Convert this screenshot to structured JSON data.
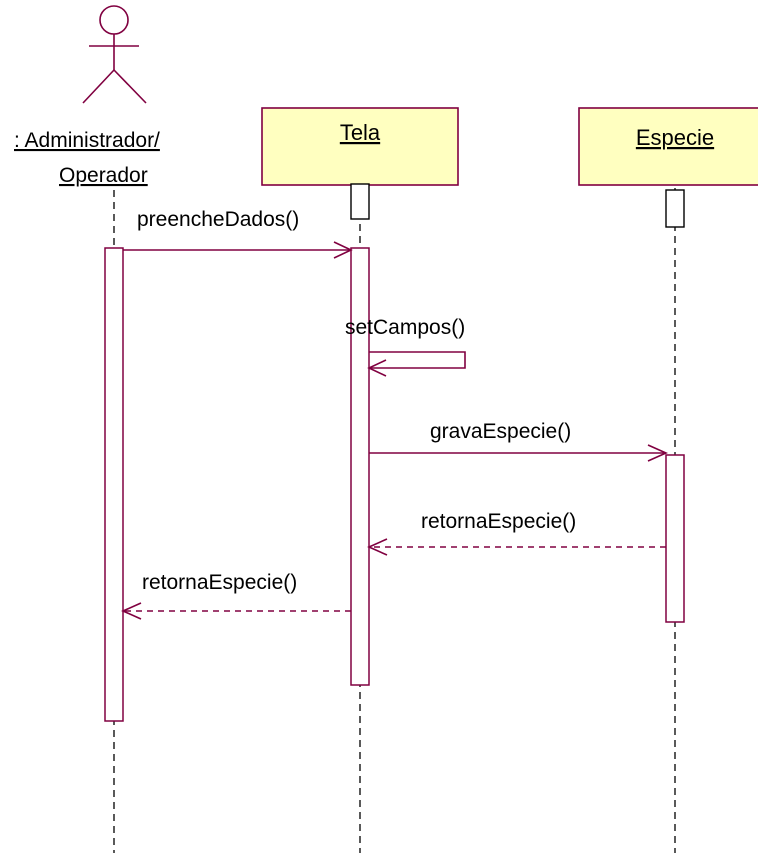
{
  "diagram": {
    "type": "uml-sequence",
    "colors": {
      "line": "#800040",
      "objectFill": "#ffffc0",
      "activationFill": "#ffffff",
      "text": "#000000",
      "lifeline": "#000000"
    },
    "actor": {
      "name_line1": ": Administrador/",
      "name_line2": "Operador",
      "icon": "stick-figure-actor"
    },
    "objects": [
      {
        "id": "tela",
        "name": "Tela"
      },
      {
        "id": "especie",
        "name": "Especie"
      }
    ],
    "messages": [
      {
        "id": "m1",
        "label": "preencheDados()",
        "from": "actor",
        "to": "tela",
        "kind": "sync"
      },
      {
        "id": "m2",
        "label": "setCampos()",
        "from": "tela",
        "to": "tela",
        "kind": "self"
      },
      {
        "id": "m3",
        "label": "gravaEspecie()",
        "from": "tela",
        "to": "especie",
        "kind": "sync"
      },
      {
        "id": "m4",
        "label": "retornaEspecie()",
        "from": "especie",
        "to": "tela",
        "kind": "return"
      },
      {
        "id": "m5",
        "label": "retornaEspecie()",
        "from": "tela",
        "to": "actor",
        "kind": "return"
      }
    ]
  }
}
